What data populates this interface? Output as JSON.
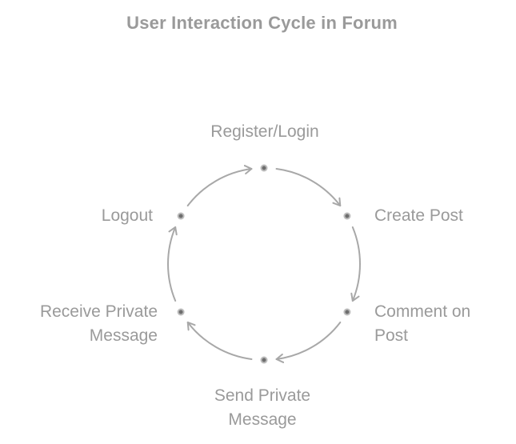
{
  "diagram": {
    "title": "User Interaction Cycle in Forum",
    "nodes": [
      {
        "id": "register",
        "lines": [
          "Register/Login"
        ]
      },
      {
        "id": "create",
        "lines": [
          "Create Post"
        ]
      },
      {
        "id": "comment",
        "lines": [
          "Comment on",
          "Post"
        ]
      },
      {
        "id": "send",
        "lines": [
          "Send Private",
          "Message"
        ]
      },
      {
        "id": "receive",
        "lines": [
          "Receive Private",
          "Message"
        ]
      },
      {
        "id": "logout",
        "lines": [
          "Logout"
        ]
      }
    ],
    "edges": [
      {
        "from": "register",
        "to": "create"
      },
      {
        "from": "create",
        "to": "comment"
      },
      {
        "from": "comment",
        "to": "send"
      },
      {
        "from": "send",
        "to": "receive"
      },
      {
        "from": "receive",
        "to": "logout"
      },
      {
        "from": "logout",
        "to": "register"
      }
    ],
    "colors": {
      "text": "#9a9a9a",
      "arrow": "#a8a8a8",
      "dot_outer": "#bdbdbd",
      "dot_inner": "#6e6e6e"
    }
  }
}
